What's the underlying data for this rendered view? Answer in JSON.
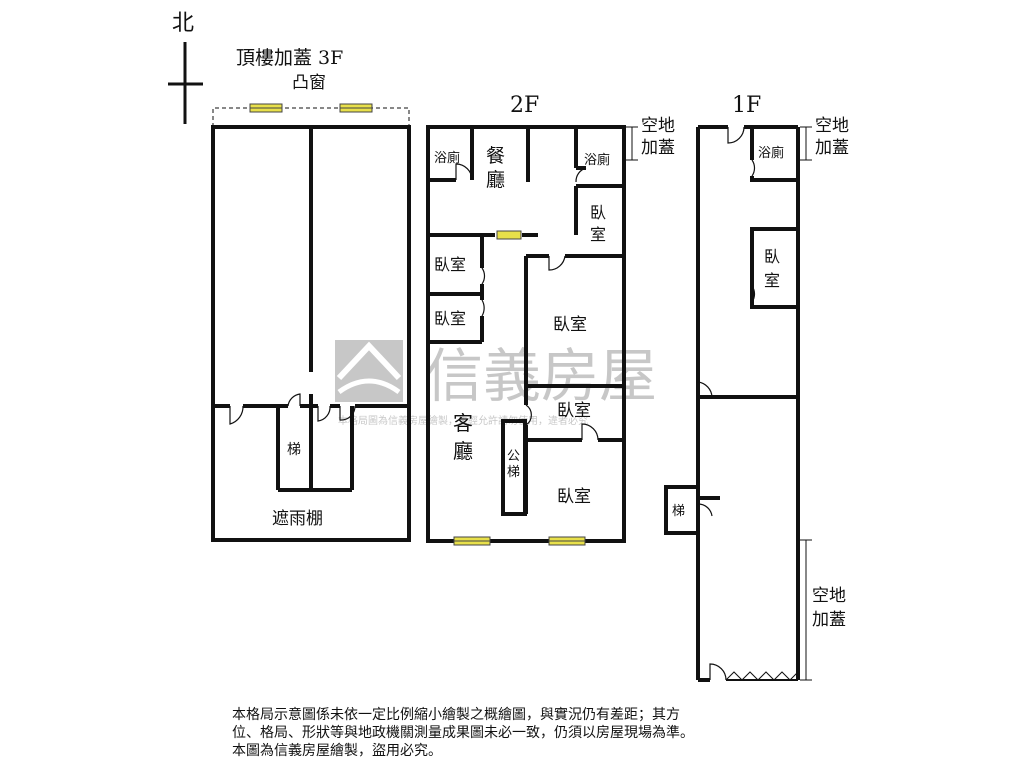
{
  "compass": {
    "label": "北"
  },
  "floor3": {
    "title": "頂樓加蓋 3F",
    "bay_window": "凸窗",
    "stair": "梯",
    "canopy": "遮雨棚"
  },
  "floor2": {
    "title": "2F",
    "bath_left": "浴廁",
    "dining": "餐廳",
    "bath_right": "浴廁",
    "bedroom_ne": "臥室",
    "bedroom_w1": "臥室",
    "bedroom_w2": "臥室",
    "bedroom_center": "臥室",
    "bedroom_mid": "臥室",
    "living": "客廳",
    "public_stair": "公梯",
    "bedroom_s": "臥室",
    "annex": "空地加蓋"
  },
  "floor1": {
    "title": "1F",
    "bath": "浴廁",
    "bedroom": "臥室",
    "stair": "梯",
    "annex_top": "空地加蓋",
    "annex_side": "空地加蓋"
  },
  "watermark": {
    "brand": "信義房屋",
    "notice": "本格局圖為信義房屋繪製，未經允許請勿使用，違者必究"
  },
  "disclaimer": {
    "line1": "本格局示意圖係未依一定比例縮小繪製之概繪圖，與實況仍有差距；其方",
    "line2": "位、格局、形狀等與地政機關測量成果圖未必一致，仍須以房屋現場為準。",
    "line3": "本圖為信義房屋繪製，盜用必究。"
  },
  "colors": {
    "wall": "#111111",
    "window": "#e8e04a",
    "watermark": "#c8c8c8"
  }
}
